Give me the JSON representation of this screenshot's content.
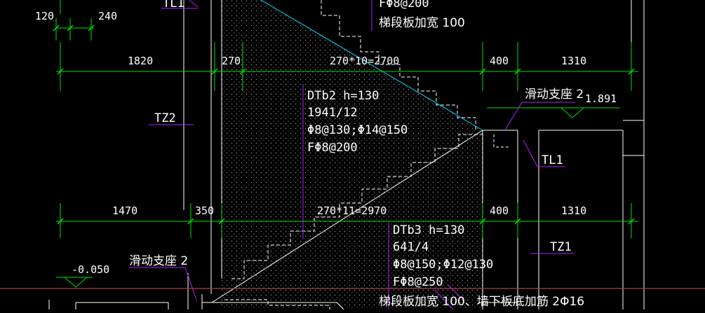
{
  "colors": {
    "background": "#000000",
    "dimension": "#00e000",
    "leader": "#b020ff",
    "rebar": "#00d8ff",
    "wall": "#ffffff",
    "text": "#ffffff",
    "grid": "#b04040"
  },
  "top_labels": {
    "tl_top": "TL1",
    "fphi_top": "FΦ8@200",
    "top_widen": "梯段板加宽  100"
  },
  "dims_upper": {
    "d120": "120",
    "d240": "240",
    "d1820": "1820",
    "d270": "270",
    "d2700": "270*10=2700",
    "d400": "400",
    "d1310": "1310"
  },
  "slab_dtb2": {
    "name": "DTb2  h=130",
    "rebar1": "1941/12",
    "rebar2": "Φ8@130;Φ14@150",
    "rebar3": "FΦ8@200"
  },
  "labels": {
    "tz2": "TZ2",
    "slide_bearing_top": "滑动支座  2",
    "elev_top": "1.891",
    "tl1": "TL1",
    "tz1": "TZ1",
    "slide_bearing_bottom": "滑动支座  2",
    "elev_bottom": "-0.050"
  },
  "dims_lower": {
    "d1470": "1470",
    "d350": "350",
    "d2970": "270*11=2970",
    "d400": "400",
    "d1310": "1310"
  },
  "slab_dtb3": {
    "name": "DTb3  h=130",
    "rebar1": "641/4",
    "rebar2": "Φ8@150;Φ12@130",
    "rebar3": "FΦ8@250",
    "widen": "梯段板加宽  100、墙下板底加筋   2Φ16"
  }
}
